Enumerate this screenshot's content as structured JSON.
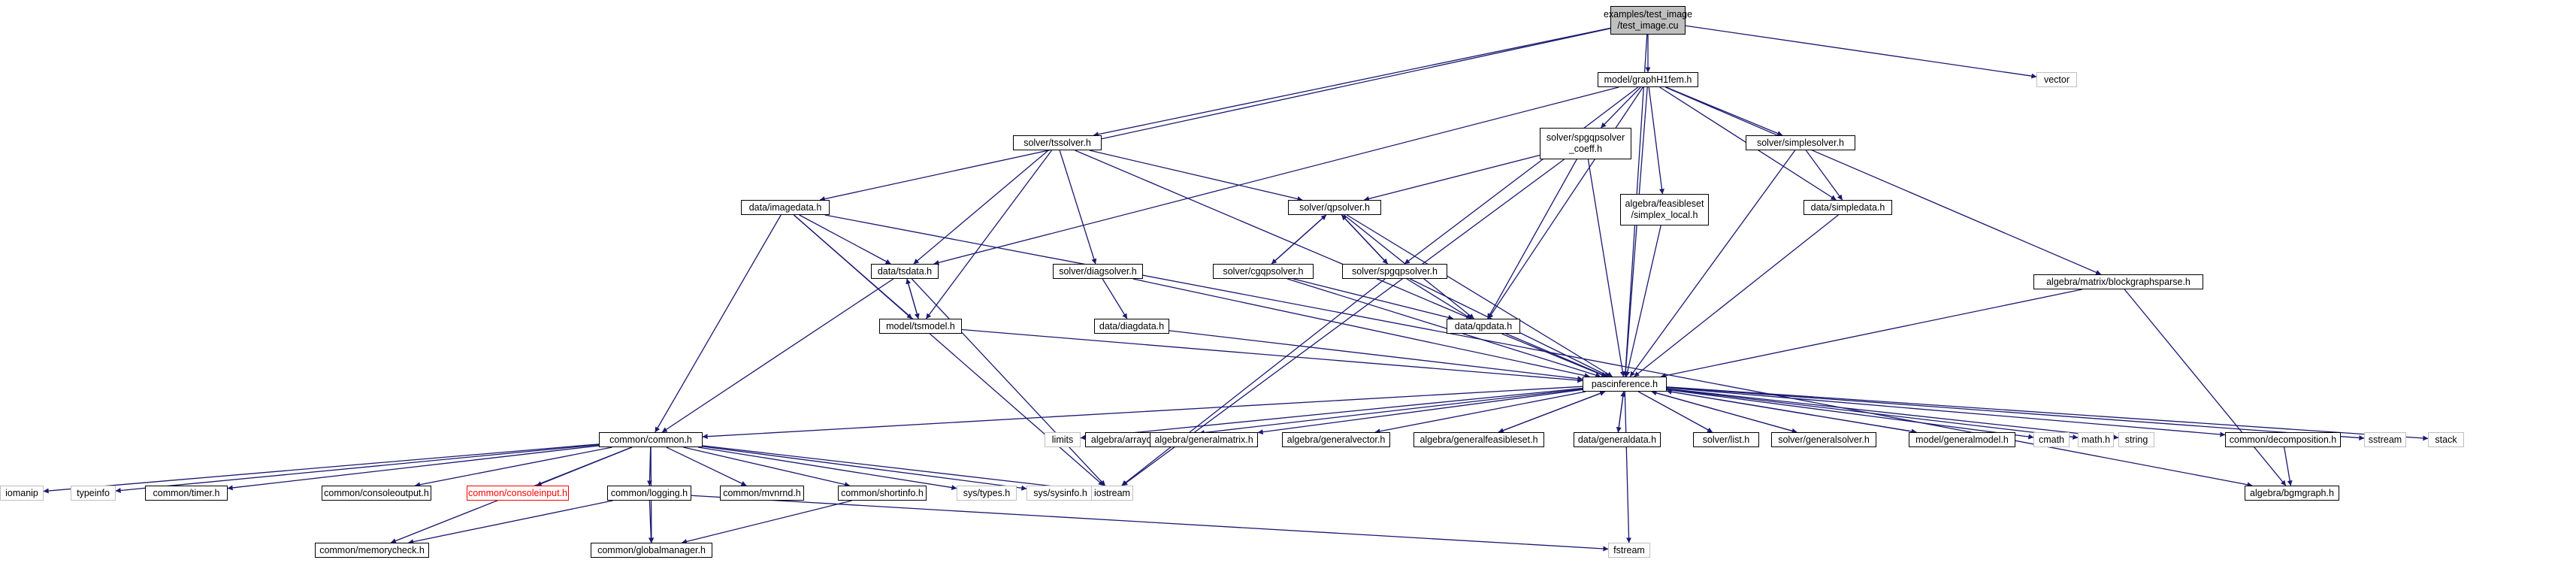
{
  "diagram": {
    "edge_color": "#191970",
    "nodes": [
      {
        "id": "root",
        "lines": [
          "examples/test_image",
          "/test_image.cu"
        ],
        "kind": "root"
      },
      {
        "id": "graph",
        "lines": [
          "model/graphH1fem.h"
        ],
        "kind": "doc"
      },
      {
        "id": "vector",
        "lines": [
          "vector"
        ],
        "kind": "sys"
      },
      {
        "id": "tssolver",
        "lines": [
          "solver/tssolver.h"
        ],
        "kind": "doc"
      },
      {
        "id": "spggcoeff",
        "lines": [
          "solver/spgqpsolver",
          "_coeff.h"
        ],
        "kind": "doc"
      },
      {
        "id": "simplesolver",
        "lines": [
          "solver/simplesolver.h"
        ],
        "kind": "doc"
      },
      {
        "id": "imagedata",
        "lines": [
          "data/imagedata.h"
        ],
        "kind": "doc"
      },
      {
        "id": "qpsolver",
        "lines": [
          "solver/qpsolver.h"
        ],
        "kind": "doc"
      },
      {
        "id": "simplexlocal",
        "lines": [
          "algebra/feasibleset",
          "/simplex_local.h"
        ],
        "kind": "doc"
      },
      {
        "id": "simpledata",
        "lines": [
          "data/simpledata.h"
        ],
        "kind": "doc"
      },
      {
        "id": "tsdata",
        "lines": [
          "data/tsdata.h"
        ],
        "kind": "doc"
      },
      {
        "id": "diagsolver",
        "lines": [
          "solver/diagsolver.h"
        ],
        "kind": "doc"
      },
      {
        "id": "cgqpsolver",
        "lines": [
          "solver/cgqpsolver.h"
        ],
        "kind": "doc"
      },
      {
        "id": "spgqpsolver",
        "lines": [
          "solver/spgqpsolver.h"
        ],
        "kind": "doc"
      },
      {
        "id": "diagdata",
        "lines": [
          "data/diagdata.h"
        ],
        "kind": "doc"
      },
      {
        "id": "tsmodel",
        "lines": [
          "model/tsmodel.h"
        ],
        "kind": "doc"
      },
      {
        "id": "qpdata",
        "lines": [
          "data/qpdata.h"
        ],
        "kind": "doc"
      },
      {
        "id": "blockgraph",
        "lines": [
          "algebra/matrix/blockgraphsparse.h"
        ],
        "kind": "doc"
      },
      {
        "id": "pasc",
        "lines": [
          "pascinference.h"
        ],
        "kind": "doc"
      },
      {
        "id": "limits",
        "lines": [
          "limits"
        ],
        "kind": "sys"
      },
      {
        "id": "arrayop",
        "lines": [
          "algebra/arrayoperation.h"
        ],
        "kind": "doc"
      },
      {
        "id": "genmatrix",
        "lines": [
          "algebra/generalmatrix.h"
        ],
        "kind": "doc"
      },
      {
        "id": "genvector",
        "lines": [
          "algebra/generalvector.h"
        ],
        "kind": "doc"
      },
      {
        "id": "genfeas",
        "lines": [
          "algebra/generalfeasibleset.h"
        ],
        "kind": "doc"
      },
      {
        "id": "gendata",
        "lines": [
          "data/generaldata.h"
        ],
        "kind": "doc"
      },
      {
        "id": "solverlist",
        "lines": [
          "solver/list.h"
        ],
        "kind": "doc"
      },
      {
        "id": "gensolver",
        "lines": [
          "solver/generalsolver.h"
        ],
        "kind": "doc"
      },
      {
        "id": "genmodel",
        "lines": [
          "model/generalmodel.h"
        ],
        "kind": "doc"
      },
      {
        "id": "cmath",
        "lines": [
          "cmath"
        ],
        "kind": "sys"
      },
      {
        "id": "mathh",
        "lines": [
          "math.h"
        ],
        "kind": "sys"
      },
      {
        "id": "string",
        "lines": [
          "string"
        ],
        "kind": "sys"
      },
      {
        "id": "decomp",
        "lines": [
          "common/decomposition.h"
        ],
        "kind": "doc"
      },
      {
        "id": "sstream",
        "lines": [
          "sstream"
        ],
        "kind": "sys"
      },
      {
        "id": "stack",
        "lines": [
          "stack"
        ],
        "kind": "sys"
      },
      {
        "id": "common",
        "lines": [
          "common/common.h"
        ],
        "kind": "doc"
      },
      {
        "id": "iomanip",
        "lines": [
          "iomanip"
        ],
        "kind": "sys"
      },
      {
        "id": "typeinfo",
        "lines": [
          "typeinfo"
        ],
        "kind": "sys"
      },
      {
        "id": "timer",
        "lines": [
          "common/timer.h"
        ],
        "kind": "doc"
      },
      {
        "id": "consoleout",
        "lines": [
          "common/consoleoutput.h"
        ],
        "kind": "doc"
      },
      {
        "id": "consolein",
        "lines": [
          "common/consoleinput.h"
        ],
        "kind": "missing"
      },
      {
        "id": "logging",
        "lines": [
          "common/logging.h"
        ],
        "kind": "doc"
      },
      {
        "id": "mvnrnd",
        "lines": [
          "common/mvnrnd.h"
        ],
        "kind": "doc"
      },
      {
        "id": "shortinfo",
        "lines": [
          "common/shortinfo.h"
        ],
        "kind": "doc"
      },
      {
        "id": "systypes",
        "lines": [
          "sys/types.h"
        ],
        "kind": "sys"
      },
      {
        "id": "syssysinfo",
        "lines": [
          "sys/sysinfo.h"
        ],
        "kind": "sys"
      },
      {
        "id": "iostream",
        "lines": [
          "iostream"
        ],
        "kind": "sys"
      },
      {
        "id": "bgmgraph",
        "lines": [
          "algebra/bgmgraph.h"
        ],
        "kind": "doc"
      },
      {
        "id": "memcheck",
        "lines": [
          "common/memorycheck.h"
        ],
        "kind": "doc"
      },
      {
        "id": "globalmgr",
        "lines": [
          "common/globalmanager.h"
        ],
        "kind": "doc"
      },
      {
        "id": "fstream",
        "lines": [
          "fstream"
        ],
        "kind": "sys"
      }
    ],
    "edges": [
      [
        "root",
        "graph"
      ],
      [
        "root",
        "vector"
      ],
      [
        "root",
        "tssolver"
      ],
      [
        "root",
        "imagedata"
      ],
      [
        "root",
        "pasc"
      ],
      [
        "graph",
        "spggcoeff"
      ],
      [
        "graph",
        "simplesolver"
      ],
      [
        "graph",
        "simplexlocal"
      ],
      [
        "graph",
        "simpledata"
      ],
      [
        "graph",
        "tsdata"
      ],
      [
        "graph",
        "spgqpsolver"
      ],
      [
        "graph",
        "qpdata"
      ],
      [
        "graph",
        "blockgraph"
      ],
      [
        "graph",
        "pasc"
      ],
      [
        "tssolver",
        "qpsolver"
      ],
      [
        "tssolver",
        "diagsolver"
      ],
      [
        "tssolver",
        "tsdata"
      ],
      [
        "tssolver",
        "tsmodel"
      ],
      [
        "tssolver",
        "pasc"
      ],
      [
        "spggcoeff",
        "qpsolver"
      ],
      [
        "spggcoeff",
        "qpdata"
      ],
      [
        "spggcoeff",
        "pasc"
      ],
      [
        "spggcoeff",
        "iostream"
      ],
      [
        "simplesolver",
        "simpledata"
      ],
      [
        "simplesolver",
        "pasc"
      ],
      [
        "imagedata",
        "tsdata"
      ],
      [
        "imagedata",
        "tsmodel"
      ],
      [
        "imagedata",
        "common"
      ],
      [
        "imagedata",
        "iostream"
      ],
      [
        "imagedata",
        "bgmgraph"
      ],
      [
        "qpsolver",
        "cgqpsolver"
      ],
      [
        "qpsolver",
        "spgqpsolver"
      ],
      [
        "qpsolver",
        "qpdata"
      ],
      [
        "qpsolver",
        "pasc"
      ],
      [
        "cgqpsolver",
        "qpsolver"
      ],
      [
        "cgqpsolver",
        "qpdata"
      ],
      [
        "cgqpsolver",
        "pasc"
      ],
      [
        "spgqpsolver",
        "qpsolver"
      ],
      [
        "spgqpsolver",
        "qpdata"
      ],
      [
        "spgqpsolver",
        "pasc"
      ],
      [
        "spgqpsolver",
        "iostream"
      ],
      [
        "simplexlocal",
        "pasc"
      ],
      [
        "simpledata",
        "pasc"
      ],
      [
        "tsdata",
        "tsmodel"
      ],
      [
        "tsdata",
        "common"
      ],
      [
        "tsdata",
        "iostream"
      ],
      [
        "tsmodel",
        "tsdata"
      ],
      [
        "tsmodel",
        "pasc"
      ],
      [
        "diagsolver",
        "diagdata"
      ],
      [
        "diagsolver",
        "pasc"
      ],
      [
        "diagdata",
        "pasc"
      ],
      [
        "qpdata",
        "pasc"
      ],
      [
        "blockgraph",
        "pasc"
      ],
      [
        "blockgraph",
        "bgmgraph"
      ],
      [
        "pasc",
        "common"
      ],
      [
        "pasc",
        "limits"
      ],
      [
        "pasc",
        "arrayop"
      ],
      [
        "pasc",
        "genmatrix"
      ],
      [
        "pasc",
        "genvector"
      ],
      [
        "pasc",
        "genfeas"
      ],
      [
        "pasc",
        "gendata"
      ],
      [
        "pasc",
        "solverlist"
      ],
      [
        "pasc",
        "gensolver"
      ],
      [
        "pasc",
        "genmodel"
      ],
      [
        "pasc",
        "cmath"
      ],
      [
        "pasc",
        "mathh"
      ],
      [
        "pasc",
        "string"
      ],
      [
        "pasc",
        "decomp"
      ],
      [
        "pasc",
        "sstream"
      ],
      [
        "pasc",
        "stack"
      ],
      [
        "pasc",
        "fstream"
      ],
      [
        "genfeas",
        "pasc"
      ],
      [
        "gendata",
        "pasc"
      ],
      [
        "gensolver",
        "pasc"
      ],
      [
        "genmodel",
        "pasc"
      ],
      [
        "decomp",
        "bgmgraph"
      ],
      [
        "common",
        "iomanip"
      ],
      [
        "common",
        "typeinfo"
      ],
      [
        "common",
        "timer"
      ],
      [
        "common",
        "consoleout"
      ],
      [
        "common",
        "consolein"
      ],
      [
        "common",
        "logging"
      ],
      [
        "common",
        "mvnrnd"
      ],
      [
        "common",
        "shortinfo"
      ],
      [
        "common",
        "systypes"
      ],
      [
        "common",
        "syssysinfo"
      ],
      [
        "common",
        "iostream"
      ],
      [
        "common",
        "memcheck"
      ],
      [
        "common",
        "globalmgr"
      ],
      [
        "logging",
        "memcheck"
      ],
      [
        "logging",
        "globalmgr"
      ],
      [
        "logging",
        "fstream"
      ],
      [
        "shortinfo",
        "globalmgr"
      ]
    ]
  }
}
